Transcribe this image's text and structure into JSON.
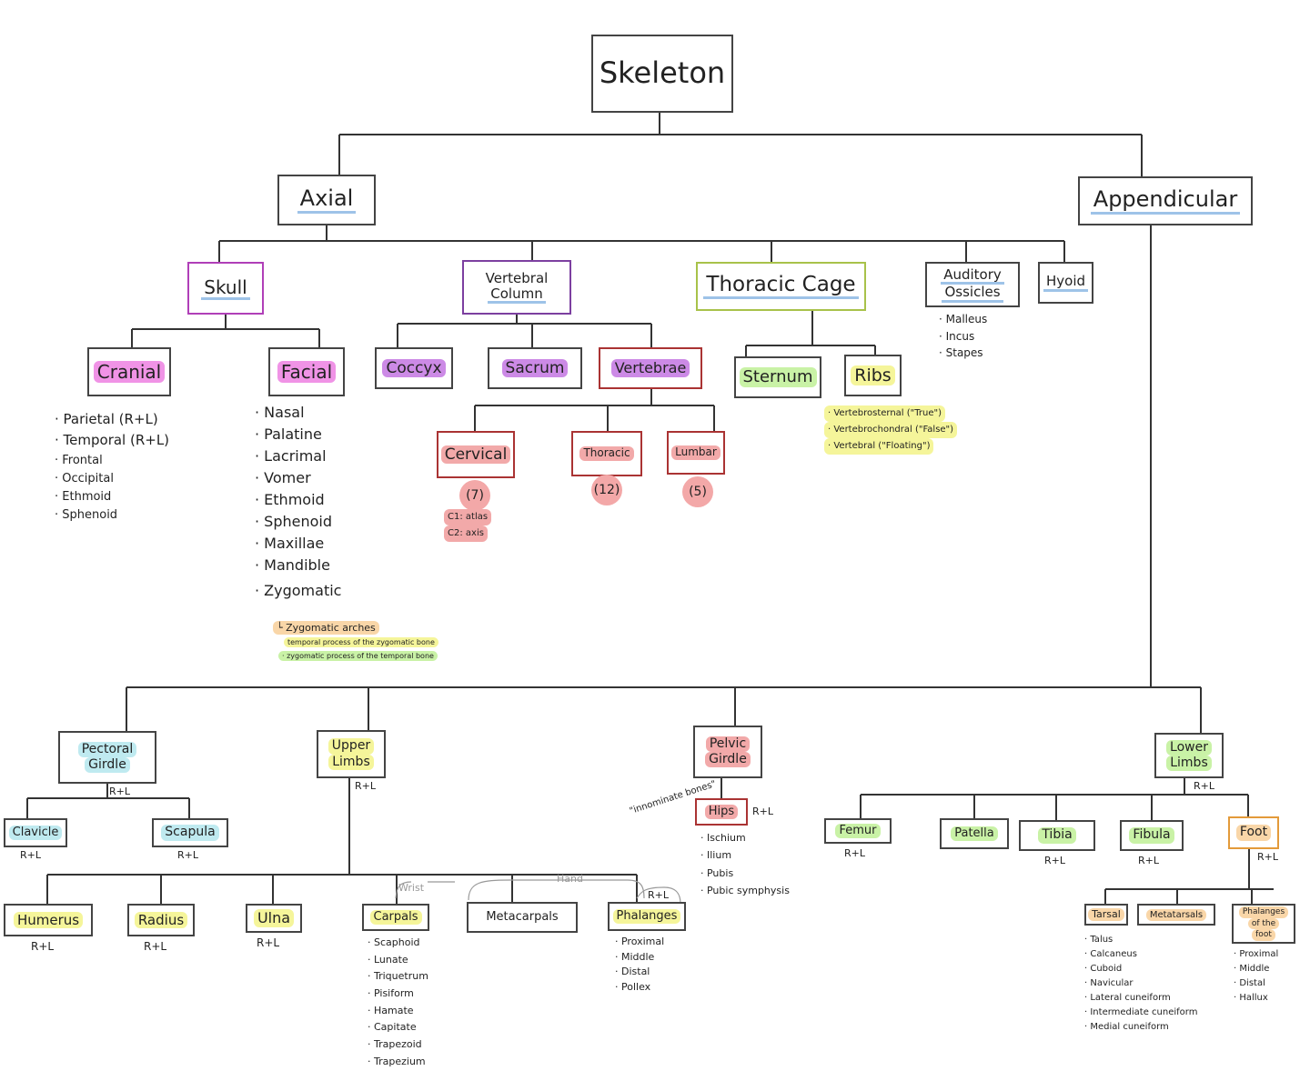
{
  "root": "Skeleton",
  "axial": "Axial",
  "appendicular": "Appendicular",
  "skull": "Skull",
  "vertebral_column": [
    "Vertebral",
    "Column"
  ],
  "thoracic_cage": "Thoracic Cage",
  "auditory_ossicles": [
    "Auditory",
    "Ossicles"
  ],
  "hyoid": "Hyoid",
  "cranial": "Cranial",
  "facial": "Facial",
  "coccyx": "Coccyx",
  "sacrum": "Sacrum",
  "vertebrae": "Vertebrae",
  "sternum": "Sternum",
  "ribs": "Ribs",
  "cervical": "Cervical",
  "thoracic": "Thoracic",
  "lumbar": "Lumbar",
  "cervical_count": "(7)",
  "thoracic_count": "(12)",
  "lumbar_count": "(5)",
  "cervical_notes": [
    "C1: atlas",
    "C2: axis"
  ],
  "cranial_bones": [
    "· Parietal (R+L)",
    "· Temporal (R+L)",
    "· Frontal",
    "· Occipital",
    "· Ethmoid",
    "· Sphenoid"
  ],
  "facial_bones": [
    "· Nasal",
    "· Palatine",
    "· Lacrimal",
    "· Vomer",
    "· Ethmoid",
    "· Sphenoid",
    "· Maxillae",
    "· Mandible",
    "· Zygomatic"
  ],
  "zygomatic_notes": [
    "└ Zygomatic arches",
    "temporal process of the zygomatic bone",
    "· zygomatic process of the temporal bone"
  ],
  "ossicle_bones": [
    "· Malleus",
    "· Incus",
    "· Stapes"
  ],
  "rib_types": [
    "· Vertebrosternal (\"True\")",
    "· Vertebrochondral (\"False\")",
    "· Vertebral (\"Floating\")"
  ],
  "pectoral_girdle": [
    "Pectoral",
    "Girdle"
  ],
  "upper_limbs": [
    "Upper",
    "Limbs"
  ],
  "pelvic_girdle": [
    "Pelvic",
    "Girdle"
  ],
  "lower_limbs": [
    "Lower",
    "Limbs"
  ],
  "rl": "R+L",
  "clavicle": "Clavicle",
  "scapula": "Scapula",
  "humerus": "Humerus",
  "radius": "Radius",
  "ulna": "Ulna",
  "carpals": "Carpals",
  "metacarpals": "Metacarpals",
  "phalanges": "Phalanges",
  "wrist": "Wrist",
  "hand": "Hand",
  "carpal_bones": [
    "· Scaphoid",
    "· Lunate",
    "· Triquetrum",
    "· Pisiform",
    "· Hamate",
    "· Capitate",
    "· Trapezoid",
    "· Trapezium"
  ],
  "phalanx_parts": [
    "· Proximal",
    "· Middle",
    "· Distal",
    "· Pollex"
  ],
  "innominate": "\"innominate bones\"",
  "hips": "Hips",
  "hip_bones": [
    "· Ischium",
    "· Ilium",
    "· Pubis",
    "· Pubic symphysis"
  ],
  "femur": "Femur",
  "patella": "Patella",
  "tibia": "Tibia",
  "fibula": "Fibula",
  "foot": "Foot",
  "tarsal": "Tarsal",
  "metatarsals": "Metatarsals",
  "foot_phalanges": [
    "Phalanges",
    "of the",
    "foot"
  ],
  "tarsal_bones": [
    "· Talus",
    "· Calcaneus",
    "· Cuboid",
    "· Navicular",
    "· Lateral cuneiform",
    "· Intermediate cuneiform",
    "· Medial cuneiform"
  ],
  "foot_phalanx_parts": [
    "· Proximal",
    "· Middle",
    "· Distal",
    "· Hallux"
  ]
}
